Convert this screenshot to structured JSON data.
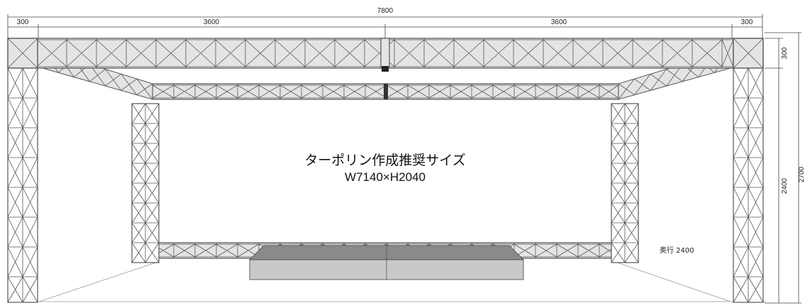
{
  "dimensions": {
    "total_width": "7800",
    "left_end": "300",
    "left_span": "3600",
    "right_span": "3600",
    "right_end": "300",
    "beam_height": "300",
    "inner_height": "2400",
    "total_height": "2700"
  },
  "tarpaulin": {
    "title": "ターポリン作成推奨サイズ",
    "size": "W7140×H2040"
  },
  "depth_label": "奥行 2400",
  "colors": {
    "truss": "#555555",
    "truss_fill": "#e4e4e4",
    "stage_top": "#8a8a8a",
    "stage_front": "#c9c9c9",
    "dim_line": "#444444"
  }
}
